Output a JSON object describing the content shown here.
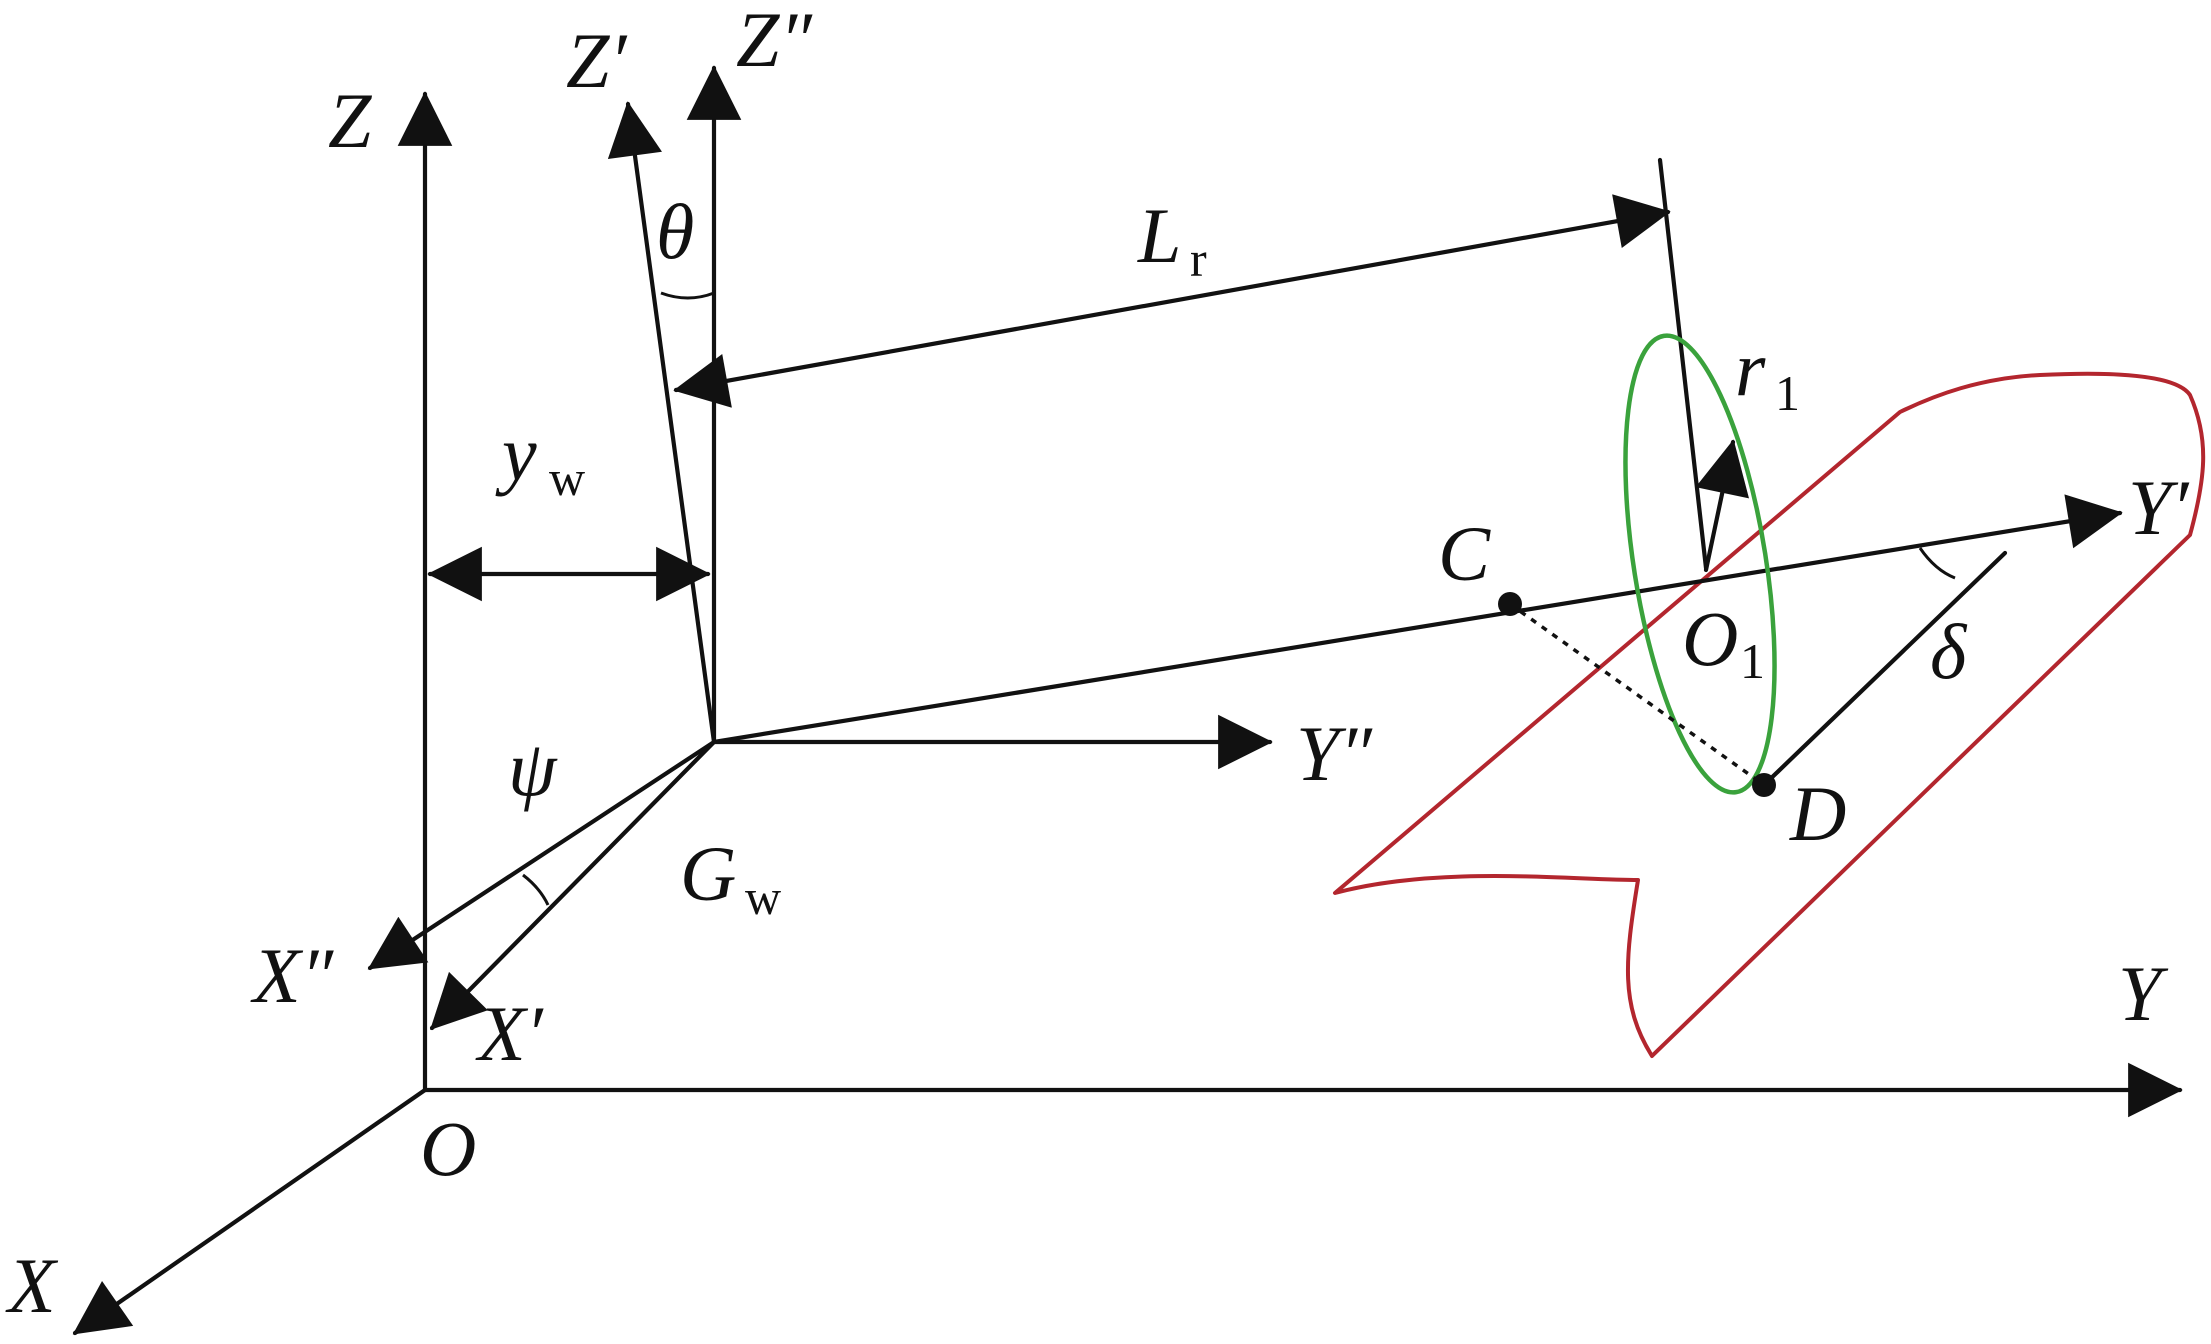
{
  "colors": {
    "ink": "#111111",
    "ellipse": "#3aa23c",
    "surface": "#b3262e",
    "background": "#ffffff"
  },
  "labels": {
    "Z": "Z",
    "Zp": "Z′",
    "Zpp": "Z″",
    "theta": "θ",
    "L": "L",
    "L_sub": "r",
    "r": "r",
    "r_sub": "1",
    "y": "y",
    "y_sub": "w",
    "C": "C",
    "O1": "O",
    "O1_sub": "1",
    "delta": "δ",
    "Yp": "Y′",
    "Ypp": "Y″",
    "psi": "ψ",
    "G": "G",
    "G_sub": "w",
    "D": "D",
    "Xpp": "X″",
    "Xp": "X′",
    "Y": "Y",
    "O": "O",
    "X": "X"
  }
}
